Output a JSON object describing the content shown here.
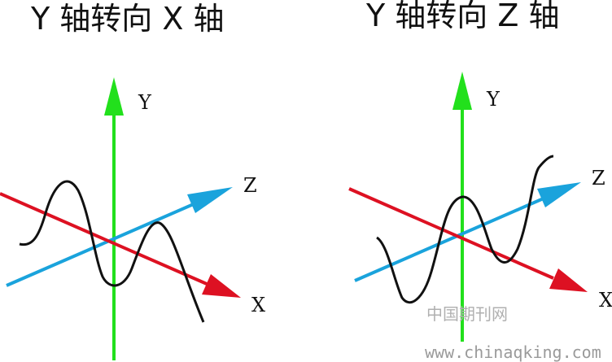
{
  "panels": [
    {
      "title": "Y 轴转向 X 轴",
      "axes": {
        "y": "Y",
        "z": "Z",
        "x": "X"
      }
    },
    {
      "title": "Y 轴转向 Z 轴",
      "axes": {
        "y": "Y",
        "z": "Z",
        "x": "X"
      }
    }
  ],
  "colors": {
    "y_axis": "#22e01c",
    "z_axis": "#1aa3dc",
    "x_axis": "#dd1122",
    "wave": "#111111"
  },
  "watermark": {
    "cn": "中国期刊网",
    "url": "www.chinaqking.com"
  }
}
